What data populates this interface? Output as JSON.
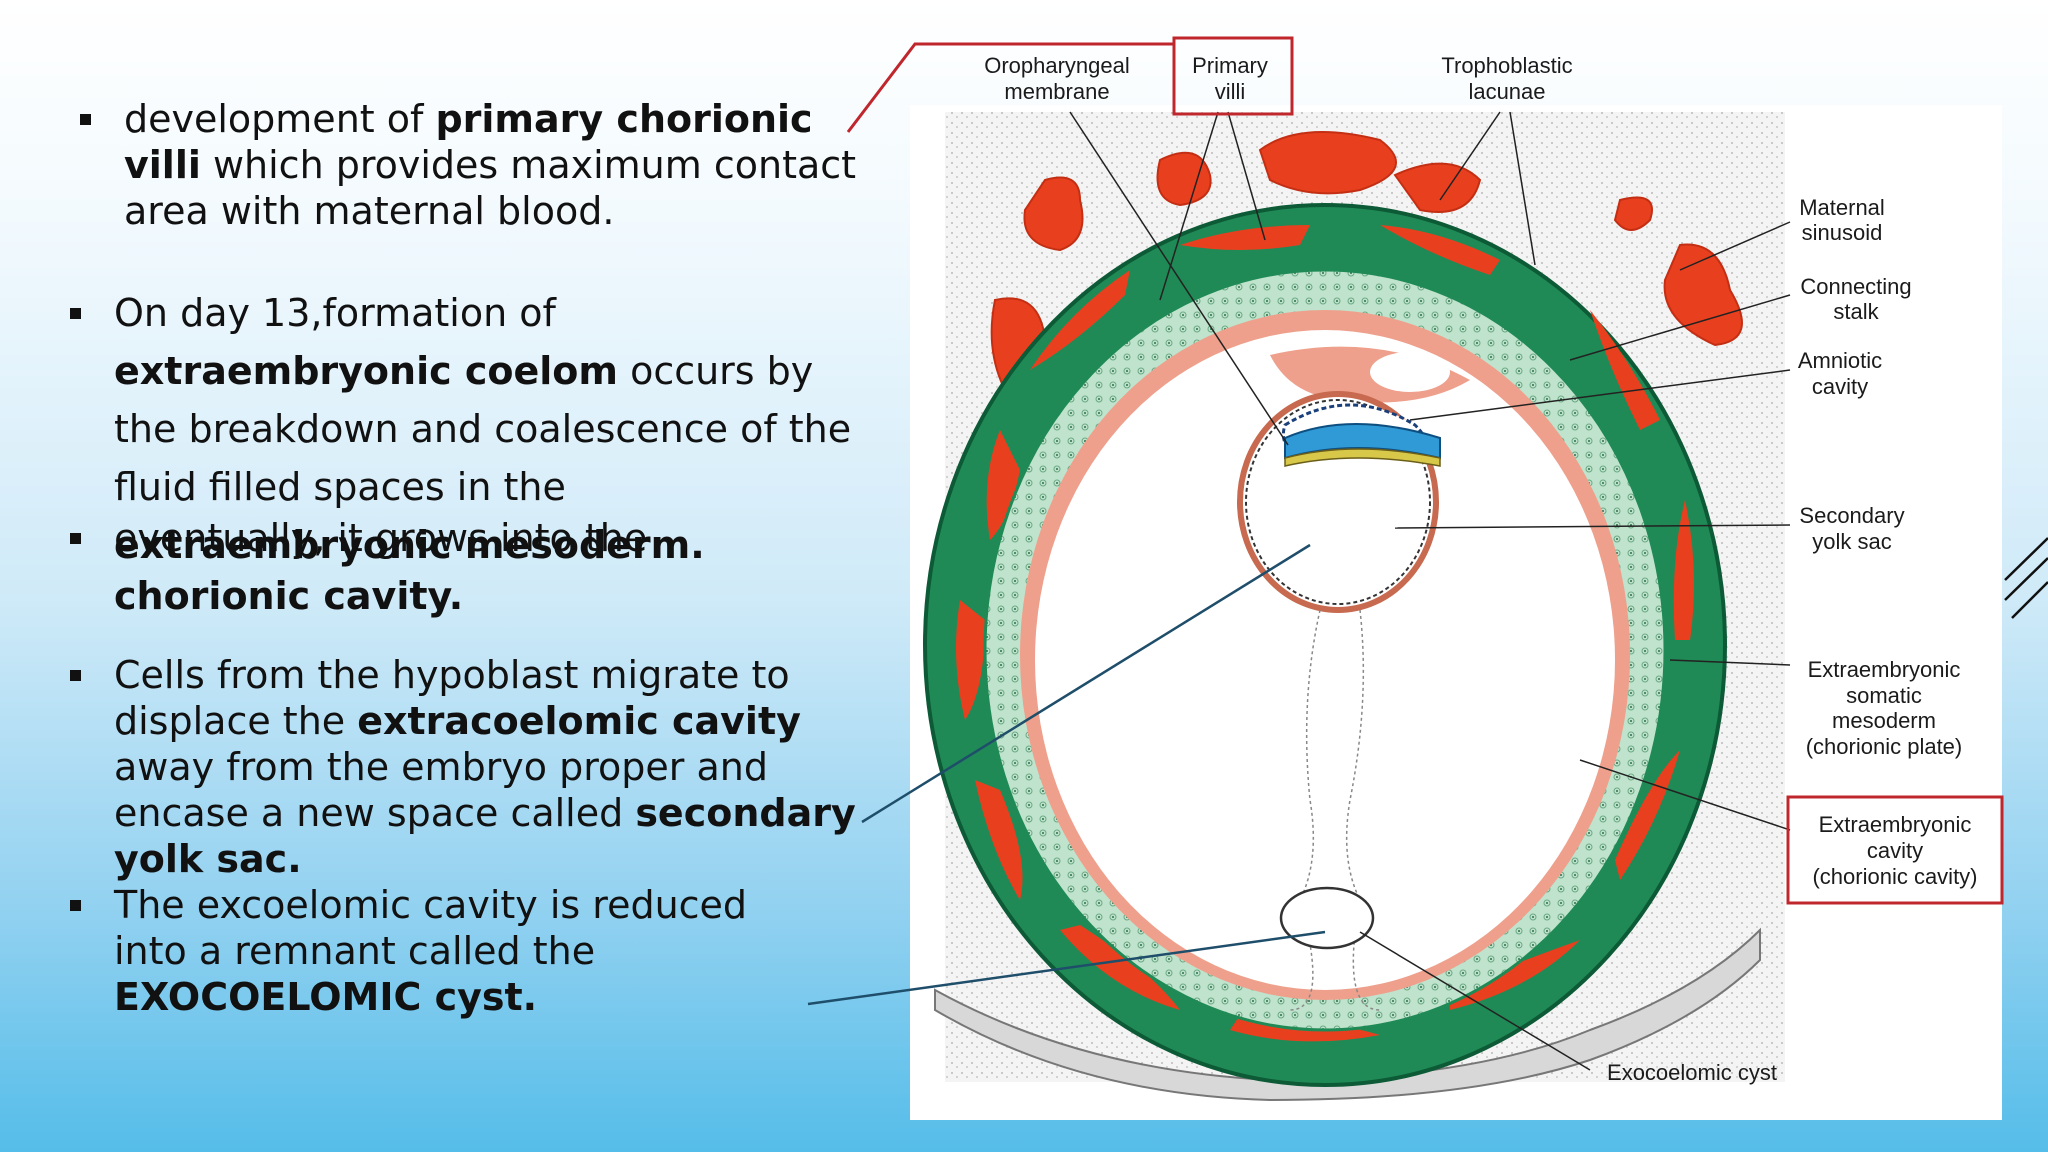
{
  "slide": {
    "bullets": [
      {
        "pre": "development of ",
        "bold": "primary chorionic villi",
        "post": " which provides maximum contact area with maternal blood.",
        "post2": ""
      },
      {
        "pre": "On day 13,formation of ",
        "bold": "extraembryonic coelom",
        "post": " occurs by the breakdown and coalescence of the fluid filled spaces in the ",
        "bold2": "extraembryonic mesoderm."
      },
      {
        "pre": "eventually, it grows into the ",
        "bold": "chorionic cavity.",
        "post": ""
      },
      {
        "pre": "Cells from the hypoblast migrate to displace the ",
        "bold": "extracoelomic cavity",
        "post": " away from the embryo proper and encase a new space called ",
        "bold2": "secondary yolk sac."
      },
      {
        "pre": "The excoelomic cavity is reduced into a remnant called the ",
        "bold": "EXOCOELOMIC cyst.",
        "post": ""
      }
    ]
  },
  "diagram": {
    "labels": {
      "oropharyngeal": [
        "Oropharyngeal",
        "membrane"
      ],
      "primary_villi": [
        "Primary",
        "villi"
      ],
      "trophoblastic": [
        "Trophoblastic",
        "lacunae"
      ],
      "maternal_sinusoid": [
        "Maternal",
        "sinusoid"
      ],
      "connecting_stalk": [
        "Connecting",
        "stalk"
      ],
      "amniotic_cavity": [
        "Amniotic",
        "cavity"
      ],
      "secondary_yolk_sac": [
        "Secondary",
        "yolk sac"
      ],
      "somatic_mesoderm": [
        "Extraembryonic",
        "somatic",
        "mesoderm",
        "(chorionic plate)"
      ],
      "extraembryonic_cavity": [
        "Extraembryonic",
        "cavity",
        "(chorionic cavity)"
      ],
      "exocoelomic_cyst": [
        "Exocoelomic cyst"
      ]
    },
    "colors": {
      "highlight_box": "#c0272d",
      "trophoblast_green": "#1f8a55",
      "blood_red": "#e8401f",
      "mesoderm_pink": "#eea08c",
      "cytotrophoblast_light": "#bfe3cc"
    }
  }
}
